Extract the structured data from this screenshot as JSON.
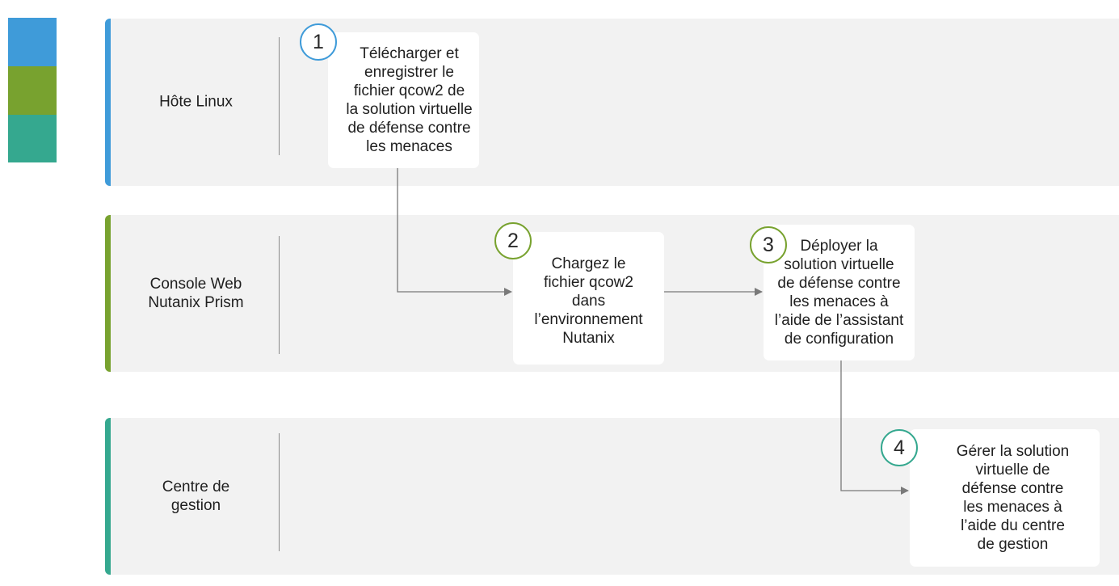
{
  "colors": {
    "lane1_accent": "#3f9bd9",
    "lane2_accent": "#78a22f",
    "lane3_accent": "#35a88f",
    "connector": "#7a7a7a",
    "lane_background": "#f2f2f2"
  },
  "lanes": [
    {
      "label": "Hôte Linux"
    },
    {
      "label": "Console Web\nNutanix Prism"
    },
    {
      "label": "Centre de\ngestion"
    }
  ],
  "steps": [
    {
      "number": "1",
      "text": "Télécharger et\nenregistrer le\nfichier qcow2 de\nla solution virtuelle\nde défense contre\nles menaces"
    },
    {
      "number": "2",
      "text": "Chargez le\nfichier qcow2\ndans\nl’environnement\nNutanix"
    },
    {
      "number": "3",
      "text": "Déployer la\nsolution virtuelle\nde défense contre\nles menaces à\nl’aide de l’assistant\nde configuration"
    },
    {
      "number": "4",
      "text": "Gérer la solution\nvirtuelle de\ndéfense contre\nles menaces à\nl’aide du centre\nde gestion"
    }
  ]
}
